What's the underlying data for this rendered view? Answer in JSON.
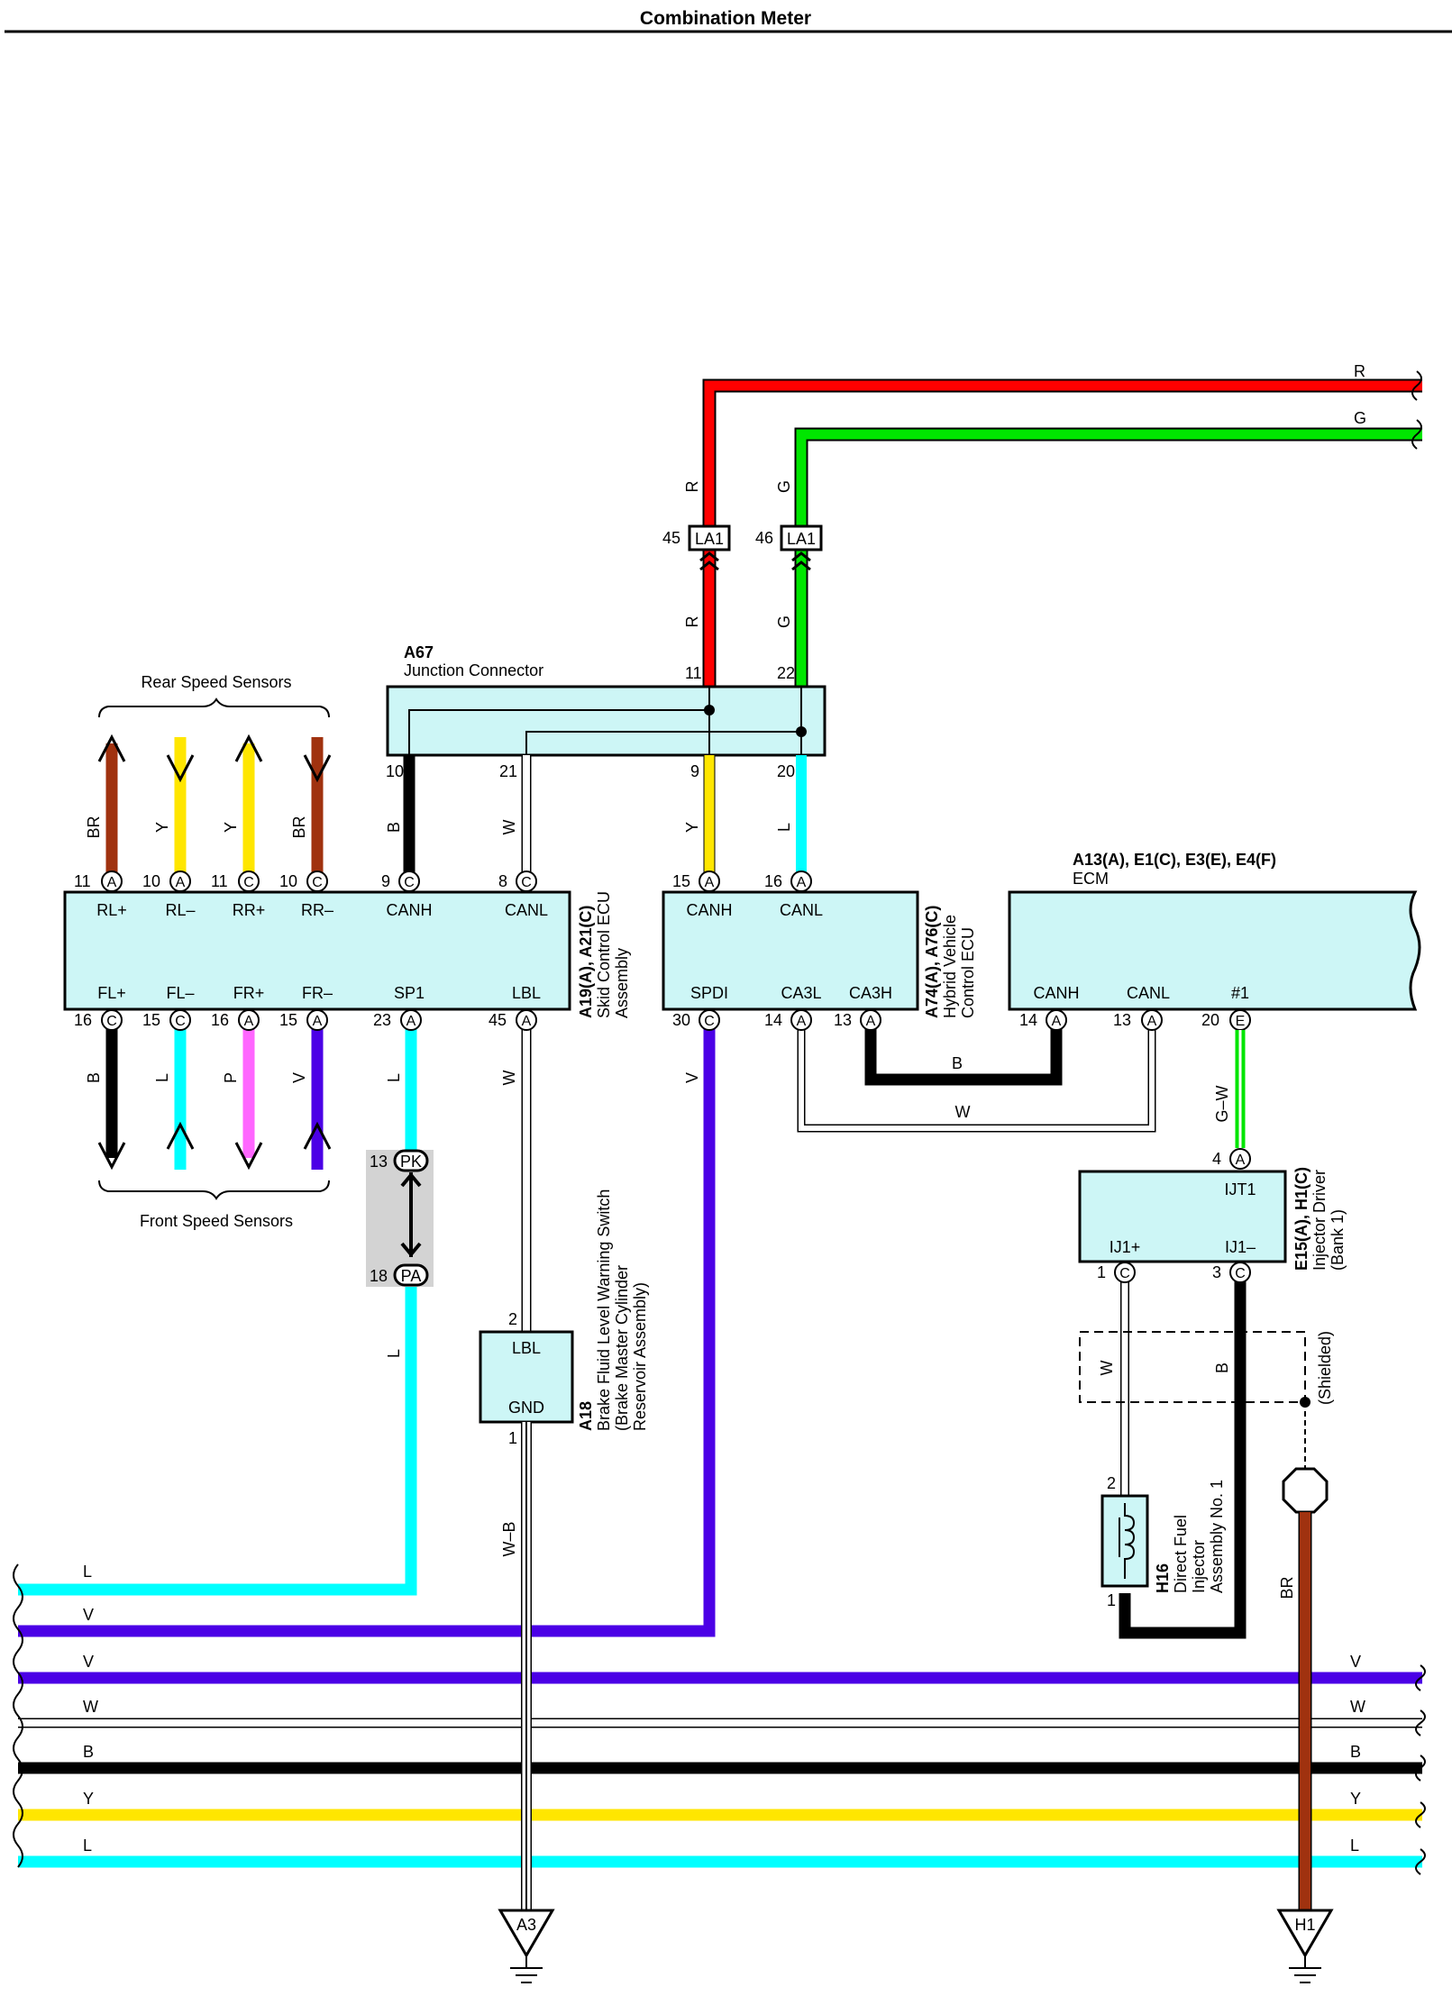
{
  "title": "Combination Meter",
  "wire_colors": {
    "R": "#ff0000",
    "G": "#00e600",
    "Y": "#ffe600",
    "L": "#00ffff",
    "V": "#4b00e6",
    "B": "#000000",
    "W": "#ffffff",
    "BR": "#a0320f",
    "P": "#ff66ff",
    "G-W": "#00e600",
    "W-B": "#ffffff"
  },
  "components": {
    "a67": {
      "id": "A67",
      "name": "Junction Connector"
    },
    "skid": {
      "id": "A19(A), A21(C)",
      "name_lines": [
        "Skid Control ECU",
        "Assembly"
      ]
    },
    "hv": {
      "id": "A74(A), A76(C)",
      "name_lines": [
        "Hybrid Vehicle",
        "Control ECU"
      ]
    },
    "ecm": {
      "id": "A13(A), E1(C), E3(E), E4(F)",
      "name": "ECM"
    },
    "injdrv": {
      "id": "E15(A), H1(C)",
      "name_lines": [
        "Injector Driver",
        "(Bank 1)"
      ]
    },
    "a18": {
      "id": "A18",
      "name_lines": [
        "Brake Fluid Level Warning Switch",
        "(Brake Master Cylinder",
        "Reservoir Assembly)"
      ]
    },
    "h16": {
      "id": "H16",
      "name_lines": [
        "Direct Fuel",
        "Injector",
        "Assembly No. 1"
      ]
    }
  },
  "groups": {
    "rear": "Rear Speed Sensors",
    "front": "Front Speed Sensors"
  },
  "shielded": "(Shielded)",
  "grounds": {
    "a3": "A3",
    "h1": "H1"
  },
  "inline": {
    "la1": "LA1",
    "pk": "PK",
    "pa": "PA"
  },
  "terminals": {
    "skid_top": [
      "RL+",
      "RL–",
      "RR+",
      "RR–",
      "CANH",
      "CANL"
    ],
    "skid_bottom": [
      "FL+",
      "FL–",
      "FR+",
      "FR–",
      "SP1",
      "LBL"
    ],
    "hv_top": [
      "CANH",
      "CANL"
    ],
    "hv_bottom": [
      "SPDI",
      "CA3L",
      "CA3H"
    ],
    "ecm_bottom": [
      "CANH",
      "CANL",
      "#1"
    ],
    "injdrv": [
      "IJT1",
      "IJ1+",
      "IJ1–"
    ],
    "a18": [
      "LBL",
      "GND"
    ]
  },
  "pins": {
    "s_top_1": "11",
    "s_top_2": "10",
    "s_top_3": "11",
    "s_top_4": "10",
    "s_top_5": "9",
    "s_top_6": "8",
    "s_bot_1": "16",
    "s_bot_2": "15",
    "s_bot_3": "16",
    "s_bot_4": "15",
    "s_bot_5": "23",
    "s_bot_6": "45",
    "j_10": "10",
    "j_21": "21",
    "j_9": "9",
    "j_20": "20",
    "j_11": "11",
    "j_22": "22",
    "la_45": "45",
    "la_46": "46",
    "hv_15": "15",
    "hv_16": "16",
    "hv_30": "30",
    "hv_14": "14",
    "hv_13": "13",
    "ecm_14": "14",
    "ecm_13": "13",
    "ecm_20": "20",
    "ij_4": "4",
    "ij_1": "1",
    "ij_3": "3",
    "pk_13": "13",
    "pa_18": "18",
    "a18_2": "2",
    "a18_1": "1",
    "h16_2": "2",
    "h16_1": "1"
  },
  "conn_letters": {
    "s_top_1": "A",
    "s_top_2": "A",
    "s_top_3": "C",
    "s_top_4": "C",
    "s_top_5": "C",
    "s_top_6": "C",
    "s_bot_1": "C",
    "s_bot_2": "C",
    "s_bot_3": "A",
    "s_bot_4": "A",
    "s_bot_5": "A",
    "s_bot_6": "A",
    "hv_15": "A",
    "hv_16": "A",
    "hv_30": "C",
    "hv_14": "A",
    "hv_13": "A",
    "ecm_14": "A",
    "ecm_13": "A",
    "ecm_20": "E",
    "ij_4": "A",
    "ij_1": "C",
    "ij_3": "C"
  },
  "wire_labels": {
    "top_r": "R",
    "top_g": "G",
    "r_up": "R",
    "g_up": "G",
    "r_lo": "R",
    "g_lo": "G",
    "rs1": "BR",
    "rs2": "Y",
    "rs3": "Y",
    "rs4": "BR",
    "fs1": "B",
    "fs2": "L",
    "fs3": "P",
    "fs4": "V",
    "j10": "B",
    "j21": "W",
    "j9": "Y",
    "j20": "L",
    "sp1": "L",
    "lbl": "W",
    "spdi": "V",
    "can_b": "B",
    "can_w": "W",
    "gw": "G–W",
    "l_low": "L",
    "wb": "W–B",
    "sh_w": "W",
    "sh_b": "B",
    "br": "BR",
    "bus_l1": "L",
    "bus_v1": "V",
    "bus_v2": "V",
    "bus_w": "W",
    "bus_b": "B",
    "bus_y": "Y",
    "bus_l2": "L",
    "bus_v2_r": "V",
    "bus_w_r": "W",
    "bus_b_r": "B",
    "bus_y_r": "Y",
    "bus_l2_r": "L"
  }
}
